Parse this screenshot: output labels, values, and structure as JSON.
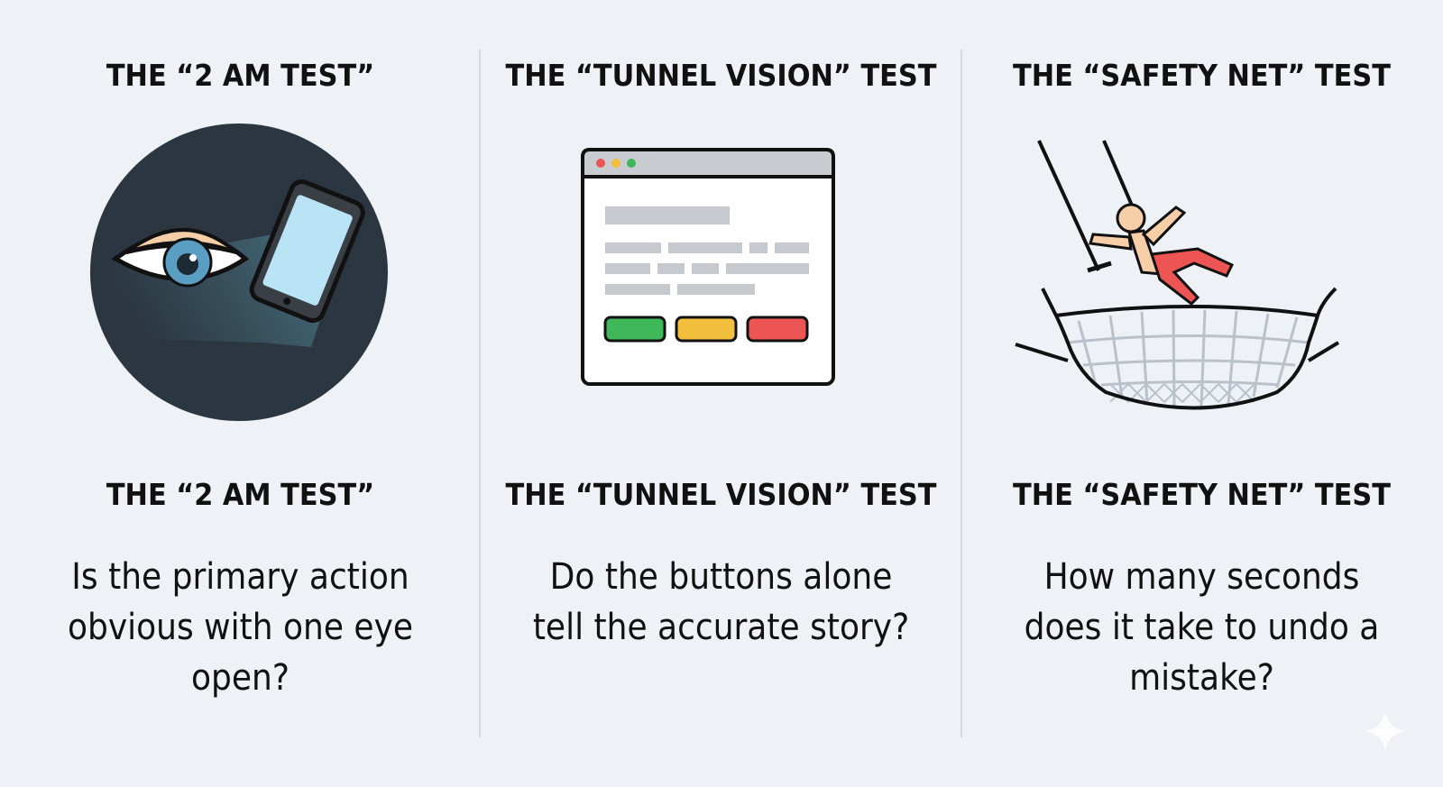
{
  "panels": [
    {
      "title": "THE “2 AM TEST”",
      "caption_title": "THE “2 AM TEST”",
      "question": "Is the primary action obvious with one eye open?",
      "icon": "sleepy-eye-phone-icon"
    },
    {
      "title": "THE “TUNNEL VISION” TEST",
      "caption_title": "THE “TUNNEL VISION” TEST",
      "question": "Do the buttons alone tell the accurate story?",
      "icon": "browser-window-buttons-icon",
      "button_colors": [
        "#3fb859",
        "#f2bf3c",
        "#ec5553"
      ]
    },
    {
      "title": "THE “SAFETY NET” TEST",
      "caption_title": "THE “SAFETY NET” TEST",
      "question": "How many seconds does it take to undo a mistake?",
      "icon": "trapeze-safety-net-icon"
    }
  ],
  "colors": {
    "background": "#eef1f5",
    "circle": "#2b3640",
    "skin": "#f6cfa8",
    "red": "#ec5553",
    "net": "#b9c2cb"
  }
}
